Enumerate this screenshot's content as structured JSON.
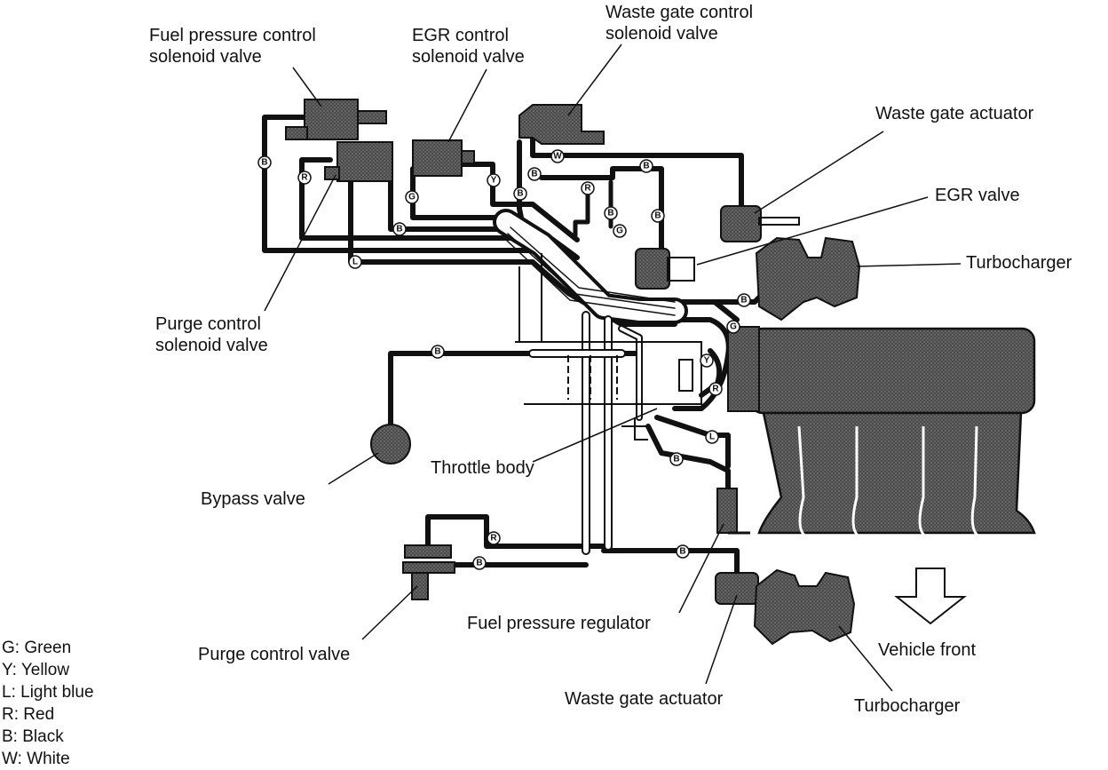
{
  "labels": {
    "fuel_pressure_control_solenoid": [
      "Fuel pressure control",
      "solenoid valve"
    ],
    "egr_control_solenoid": [
      "EGR control",
      "solenoid valve"
    ],
    "waste_gate_control_solenoid": [
      "Waste gate control",
      "solenoid valve"
    ],
    "waste_gate_actuator_top": "Waste gate actuator",
    "egr_valve": "EGR valve",
    "turbocharger_top": "Turbocharger",
    "purge_control_solenoid": [
      "Purge control",
      "solenoid valve"
    ],
    "bypass_valve": "Bypass valve",
    "throttle_body": "Throttle body",
    "purge_control_valve": "Purge control valve",
    "fuel_pressure_regulator": "Fuel pressure regulator",
    "waste_gate_actuator_bottom": "Waste gate actuator",
    "turbocharger_bottom": "Turbocharger",
    "vehicle_front": "Vehicle front"
  },
  "legend": [
    {
      "code": "G:",
      "color": "Green"
    },
    {
      "code": "Y:",
      "color": "Yellow"
    },
    {
      "code": "L:",
      "color": "Light blue"
    },
    {
      "code": "R:",
      "color": "Red"
    },
    {
      "code": "B:",
      "color": "Black"
    },
    {
      "code": "W:",
      "color": "White"
    }
  ],
  "hose_badges": {
    "B": "B",
    "R": "R",
    "Y": "Y",
    "L": "L",
    "G": "G",
    "W": "W"
  },
  "colors": {
    "ink": "#111111",
    "fill": "#555555",
    "paper": "#ffffff"
  }
}
